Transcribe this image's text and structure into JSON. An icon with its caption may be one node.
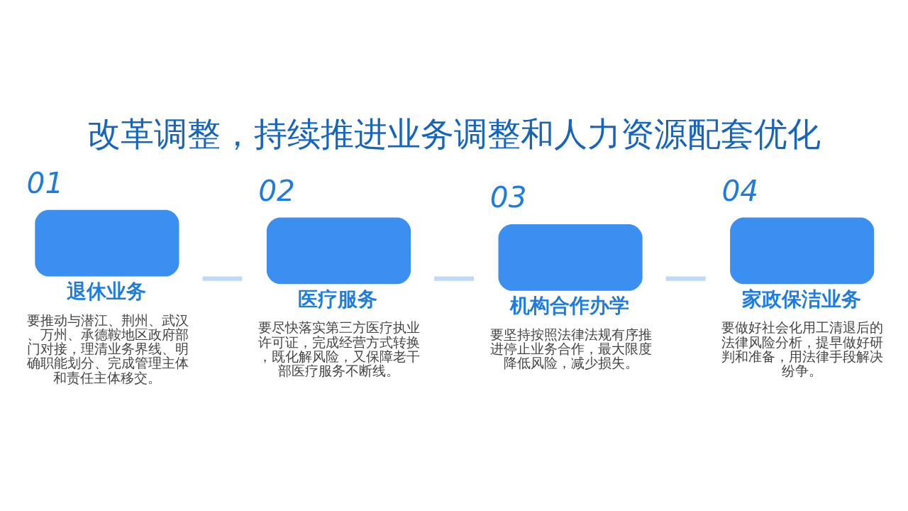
{
  "diagram": {
    "title": "改革调整，持续推进业务调整和人力资源配套优化",
    "nodes": [
      {
        "text": [
          "退休业务",
          "要推动与潜江、荆州、武汉、万州、承德鞍地区政府部门对接，理清业务界线、明确职能划分、完成管理主体和责任主体移交。"
        ],
        "beside": [
          "01"
        ]
      },
      {
        "text": [
          "医疗服务",
          "要尽快落实第三方医疗执业许可证，完成经营方式转换，既化解风险，又保障老干部医疗服务不断线。"
        ],
        "beside": [
          "02"
        ]
      },
      {
        "text": [
          "机构合作办学",
          "要坚持按照法律法规有序推进停止业务合作，最大限度降低风险，减少损失。"
        ],
        "beside": [
          "03"
        ]
      },
      {
        "text": [
          "家政保洁业务",
          "要做好社会化用工清退后的法律风险分析，提早做好研判和准备，用法律手段解决纷争。"
        ],
        "beside": [
          "04"
        ]
      }
    ],
    "edges": [
      {
        "from": 0,
        "to": 1,
        "arrow": "none"
      },
      {
        "from": 1,
        "to": 2,
        "arrow": "none"
      },
      {
        "from": 2,
        "to": 3,
        "arrow": "none"
      }
    ]
  }
}
